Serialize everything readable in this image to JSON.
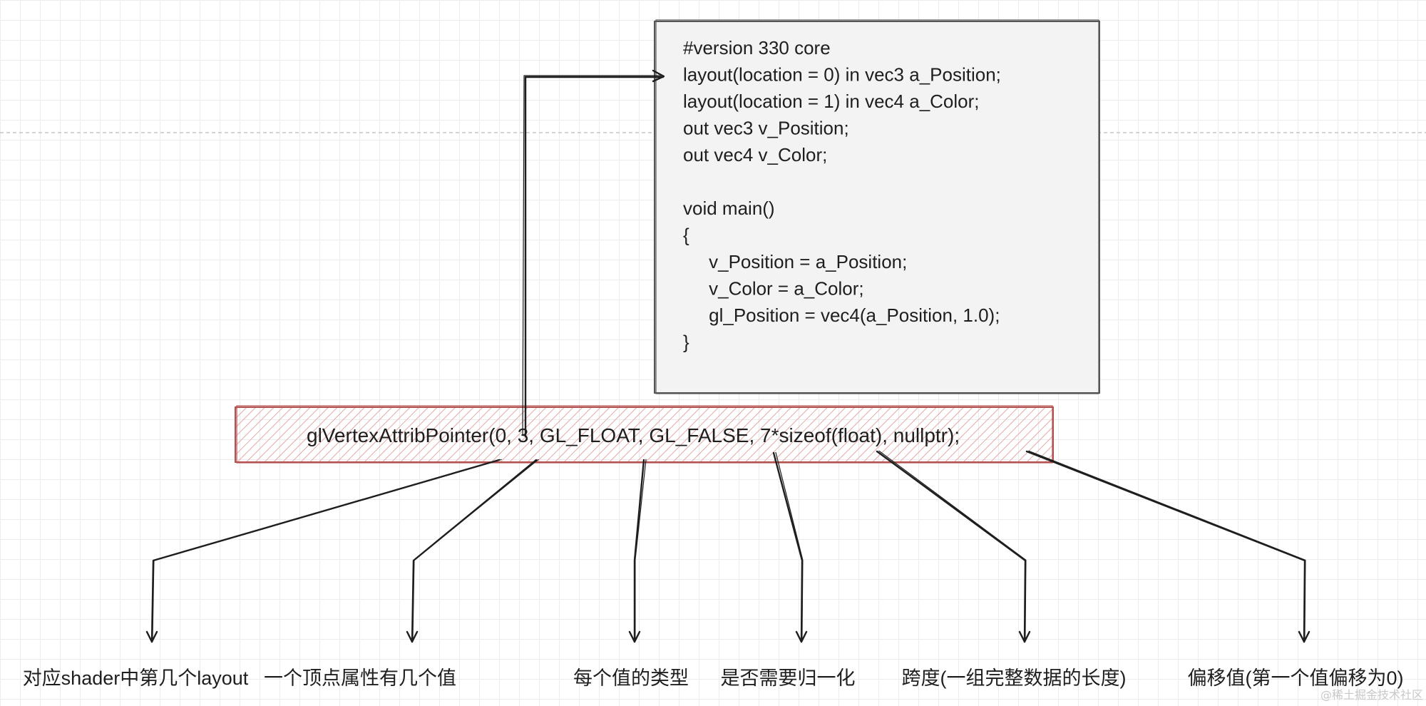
{
  "shader_code": [
    "#version 330 core",
    "layout(location = 0) in vec3 a_Position;",
    "layout(location = 1) in vec4 a_Color;",
    "out vec3 v_Position;",
    "out vec4 v_Color;",
    "",
    "void main()",
    "{",
    "    v_Position = a_Position;",
    "    v_Color = a_Color;",
    "    gl_Position = vec4(a_Position, 1.0);",
    "}"
  ],
  "function_call": "glVertexAttribPointer(0, 3, GL_FLOAT, GL_FALSE, 7*sizeof(float), nullptr);",
  "parameter_labels": [
    "对应shader中第几个layout",
    "一个顶点属性有几个值",
    "每个值的类型",
    "是否需要归一化",
    "跨度(一组完整数据的长度)",
    "偏移值(第一个值偏移为0)"
  ],
  "watermark": "@稀土掘金技术社区",
  "colors": {
    "code_box_fill": "#f3f3f3",
    "code_box_stroke": "#555555",
    "call_box_stroke": "#b5524f",
    "call_box_hatch": "#e4a8a5",
    "arrow": "#1e1e1e",
    "text": "#1e1e1e"
  }
}
